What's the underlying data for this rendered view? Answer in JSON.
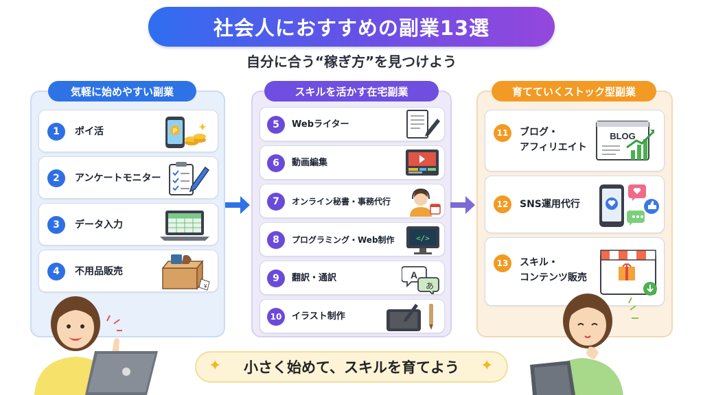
{
  "title": "社会人におすすめの副業13選",
  "subtitle": "自分に合う“稼ぎ方”を見つけよう",
  "columns": [
    {
      "header": "気軽に始めやすい副業",
      "items": [
        {
          "num": "1",
          "label": "ポイ活",
          "icon": "phone-coins-icon"
        },
        {
          "num": "2",
          "label": "アンケートモニター",
          "icon": "clipboard-checklist-icon"
        },
        {
          "num": "3",
          "label": "データ入力",
          "icon": "laptop-spreadsheet-icon"
        },
        {
          "num": "4",
          "label": "不用品販売",
          "icon": "cardboard-box-icon"
        }
      ]
    },
    {
      "header": "スキルを活かす在宅副業",
      "items": [
        {
          "num": "5",
          "label": "Webライター",
          "icon": "document-pen-icon"
        },
        {
          "num": "6",
          "label": "動画編集",
          "icon": "video-editor-icon"
        },
        {
          "num": "7",
          "label": "オンライン秘書・事務代行",
          "icon": "headset-assistant-icon"
        },
        {
          "num": "8",
          "label": "プログラミング・Web制作",
          "icon": "code-monitor-icon"
        },
        {
          "num": "9",
          "label": "翻訳・通訳",
          "icon": "translation-bubbles-icon"
        },
        {
          "num": "10",
          "label": "イラスト制作",
          "icon": "pen-tablet-icon"
        }
      ]
    },
    {
      "header": "育てていくストック型副業",
      "items": [
        {
          "num": "11",
          "label1": "ブログ・",
          "label2": "アフィリエイト",
          "icon": "blog-growth-icon",
          "icon_text": "BLOG"
        },
        {
          "num": "12",
          "label1": "SNS運用代行",
          "label2": "",
          "icon": "social-phone-icon"
        },
        {
          "num": "13",
          "label1": "スキル・",
          "label2": "コンテンツ販売",
          "icon": "online-shop-icon"
        }
      ]
    }
  ],
  "footer": "小さく始めて、スキルを育てよう",
  "colors": {
    "blue": "#2e73e6",
    "purple": "#6e4fe0",
    "orange": "#f39a24"
  }
}
